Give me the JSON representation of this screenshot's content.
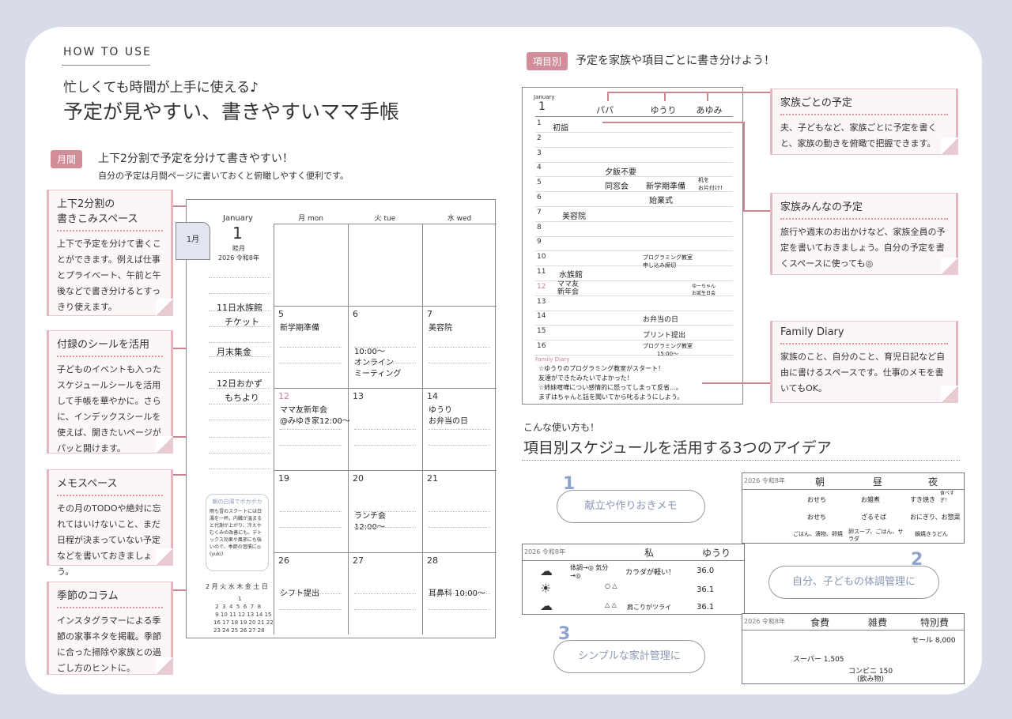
{
  "howto": "HOW TO USE",
  "subtitle": "忙しくても時間が上手に使える♪",
  "title": "予定が見やすい、書きやすいママ手帳",
  "monthly": {
    "tag": "月間",
    "head": "上下2分割で予定を分けて書きやすい！",
    "sub": "自分の予定は月間ページに書いておくと俯瞰しやすく便利です。"
  },
  "callouts_left": [
    {
      "title": "上下2分割の\n書きこみスペース",
      "body": "上下で予定を分けて書くことができます。例えば仕事とプライベート、午前と午後などで書き分けるとすっきり使えます。"
    },
    {
      "title": "付録のシールを活用",
      "body": "子どものイベントも入ったスケジュールシールを活用して手帳を華やかに。さらに、インデックスシールを使えば、開きたいページがパッと開けます。"
    },
    {
      "title": "メモスペース",
      "body": "その月のTODOや絶対に忘れてはいけないこと、まだ日程が決まっていない予定などを書いておきましょう。"
    },
    {
      "title": "季節のコラム",
      "body": "インスタグラマーによる季節の家事ネタを掲載。季節に合った掃除や家族との過ごし方のヒントに。"
    }
  ],
  "cal": {
    "month_en": "January",
    "month_num": "1",
    "tab": "1月",
    "oldmonth": "睦月",
    "year": "2026 令和8年",
    "days": [
      "月 mon",
      "火 tue",
      "水 wed"
    ],
    "memo": [
      "11日水族館",
      "チケット",
      "月末集金",
      "12日おかず",
      "もちより"
    ],
    "cells": [
      {
        "d": "5",
        "n": "",
        "t": "新学期準備"
      },
      {
        "d": "6",
        "n": "",
        "t": "10:00〜\nオンライン\nミーティング"
      },
      {
        "d": "7",
        "n": "",
        "t": "美容院"
      },
      {
        "d": "12",
        "n": "",
        "t": "ママ友新年会\n@みゆき家12:00〜"
      },
      {
        "d": "13",
        "n": "",
        "t": ""
      },
      {
        "d": "14",
        "n": "",
        "t": "ゆうり\nお弁当の日"
      },
      {
        "d": "19",
        "n": "",
        "t": ""
      },
      {
        "d": "20",
        "n": "",
        "t": "ランチ会\n12:00〜"
      },
      {
        "d": "21",
        "n": "",
        "t": ""
      },
      {
        "d": "26",
        "n": "",
        "t": "シフト提出"
      },
      {
        "d": "27",
        "n": "",
        "t": ""
      },
      {
        "d": "28",
        "n": "",
        "t": "耳鼻科 10:00〜"
      }
    ],
    "column": "雨も雪のスクートには白湯を一杯。内臓が温まると代謝が上がり、冷えやむくみの改善にも。デトックス効果や風邪にも強いので、季節の習慣に◎\n(yuki)",
    "column_title": "朝の白湯でポカポカ",
    "minical_head": "2 月 火 水 木 金 土 日"
  },
  "right": {
    "tag": "項目別",
    "head": "予定を家族や項目ごとに書き分けよう！",
    "cols": [
      "パパ",
      "ゆうり",
      "あゆみ"
    ],
    "rows": [
      "1",
      "2",
      "3",
      "4",
      "5",
      "6",
      "7",
      "8",
      "9",
      "10",
      "11",
      "12",
      "13",
      "14",
      "15",
      "16"
    ],
    "entries": [
      "初詣",
      "夕飯不要",
      "同窓会",
      "新学期準備",
      "机を\nお片付け!",
      "始業式",
      "美容院",
      "プログラミング教室\n申し込み締切",
      "水族館",
      "ママ友\n新年会",
      "ゆーちゃん\nお誕生日会",
      "お弁当の日",
      "プリント提出",
      "プログラミング教室\n15:00〜"
    ],
    "diary_label": "Family Diary",
    "diary": "☆ゆうりのプログラミング教室がスタート！\n友達ができたみたいでよかった！\n☆姉妹喧嘩につい感情的に怒ってしまって反省…。\nまずはちゃんと話を聞いてから叱るようにしよう。",
    "callouts": [
      {
        "title": "家族ごとの予定",
        "body": "夫、子どもなど、家族ごとに予定を書くと、家族の動きを俯瞰で把握できます。"
      },
      {
        "title": "家族みんなの予定",
        "body": "旅行や週末のお出かけなど、家族全員の予定を書いておきましょう。自分の予定を書くスペースに使っても◎"
      },
      {
        "title": "Family Diary",
        "body": "家族のこと、自分のこと、育児日記など自由に書けるスペースです。仕事のメモを書いてもOK。"
      }
    ]
  },
  "ideas": {
    "pre": "こんな使い方も！",
    "title": "項目別スケジュールを活用する3つのアイデア",
    "items": [
      {
        "n": "1",
        "t": "献立や作りおきメモ"
      },
      {
        "n": "2",
        "t": "自分、子どもの体調管理に"
      },
      {
        "n": "3",
        "t": "シンプルな家計管理に"
      }
    ],
    "meal": {
      "head": [
        "朝",
        "昼",
        "夜"
      ],
      "rows": [
        [
          "おせち",
          "お雑煮",
          "すき焼き"
        ],
        [
          "おせち",
          "ざるそば",
          "おにぎり、お惣菜"
        ],
        [
          "ごはん、漬物、卵焼",
          "卵スープ、ごはん、サラダ",
          "鍋焼きうどん"
        ]
      ],
      "note": "食べすぎ！"
    },
    "health": {
      "head": [
        "私",
        "ゆうり"
      ],
      "rows": [
        [
          "体調→◎ 気分→◎",
          "カラダが軽い！",
          "36.0"
        ],
        [
          "○ △",
          "",
          "36.1"
        ],
        [
          "△ △",
          "肩こりがツライ",
          "36.1"
        ]
      ]
    },
    "money": {
      "head": [
        "食費",
        "雑費",
        "特別費"
      ],
      "rows": [
        "セール 8,000",
        "スーパー 1,505",
        "コンビニ 150\n(飲み物)"
      ]
    },
    "year": "2026 令和8年"
  }
}
